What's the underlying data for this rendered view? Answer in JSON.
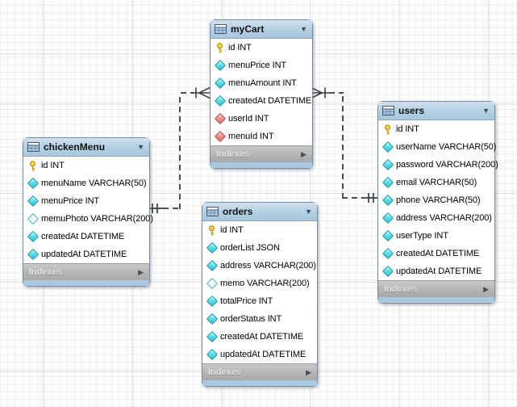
{
  "tables": [
    {
      "name": "chickenMenu",
      "footer": "Indexes",
      "columns": [
        {
          "icon": "primary-key",
          "text": "id INT"
        },
        {
          "icon": "attribute-filled",
          "text": "menuName VARCHAR(50)"
        },
        {
          "icon": "attribute-filled",
          "text": "menuPrice INT"
        },
        {
          "icon": "attribute-nullable",
          "text": "memuPhoto VARCHAR(200)"
        },
        {
          "icon": "attribute-filled",
          "text": "createdAt DATETIME"
        },
        {
          "icon": "attribute-filled",
          "text": "updatedAt DATETIME"
        }
      ]
    },
    {
      "name": "myCart",
      "footer": "Indexes",
      "columns": [
        {
          "icon": "primary-key",
          "text": "id INT"
        },
        {
          "icon": "attribute-filled",
          "text": "menuPrice INT"
        },
        {
          "icon": "attribute-filled",
          "text": "menuAmount INT"
        },
        {
          "icon": "attribute-filled",
          "text": "createdAt DATETIME"
        },
        {
          "icon": "foreign-key",
          "text": "userId INT"
        },
        {
          "icon": "foreign-key",
          "text": "menuId INT"
        }
      ]
    },
    {
      "name": "orders",
      "footer": "Indexes",
      "columns": [
        {
          "icon": "primary-key",
          "text": "id INT"
        },
        {
          "icon": "attribute-filled",
          "text": "orderList JSON"
        },
        {
          "icon": "attribute-filled",
          "text": "address VARCHAR(200)"
        },
        {
          "icon": "attribute-nullable",
          "text": "memo VARCHAR(200)"
        },
        {
          "icon": "attribute-filled",
          "text": "totalPrice INT"
        },
        {
          "icon": "attribute-filled",
          "text": "orderStatus INT"
        },
        {
          "icon": "attribute-filled",
          "text": "createdAt DATETIME"
        },
        {
          "icon": "attribute-filled",
          "text": "updatedAt DATETIME"
        }
      ]
    },
    {
      "name": "users",
      "footer": "Indexes",
      "columns": [
        {
          "icon": "primary-key",
          "text": "id INT"
        },
        {
          "icon": "attribute-filled",
          "text": "userName VARCHAR(50)"
        },
        {
          "icon": "attribute-filled",
          "text": "password VARCHAR(200)"
        },
        {
          "icon": "attribute-filled",
          "text": "email VARCHAR(50)"
        },
        {
          "icon": "attribute-filled",
          "text": "phone VARCHAR(50)"
        },
        {
          "icon": "attribute-filled",
          "text": "address VARCHAR(200)"
        },
        {
          "icon": "attribute-filled",
          "text": "userType INT"
        },
        {
          "icon": "attribute-filled",
          "text": "createdAt DATETIME"
        },
        {
          "icon": "attribute-filled",
          "text": "updatedAt DATETIME"
        }
      ]
    }
  ],
  "relationships": [
    {
      "one_side": "chickenMenu",
      "many_side": "myCart",
      "cardinality": "one-to-many",
      "line_style": "dashed"
    },
    {
      "one_side": "users",
      "many_side": "myCart",
      "cardinality": "one-to-many",
      "line_style": "dashed"
    }
  ],
  "icons": {
    "arrow_collapse": "▼",
    "arrow_expand": "▶"
  },
  "colors": {
    "header_blue": "#b3d0e4",
    "footer_gray": "#b3b3b3",
    "primary_key": "#f6d33c",
    "attribute": "#49d4e2",
    "foreign_key": "#ea8f87",
    "connector": "#4f4f4f",
    "grid_minor": "#f1f1f1",
    "grid_major": "#e2e2e2"
  }
}
